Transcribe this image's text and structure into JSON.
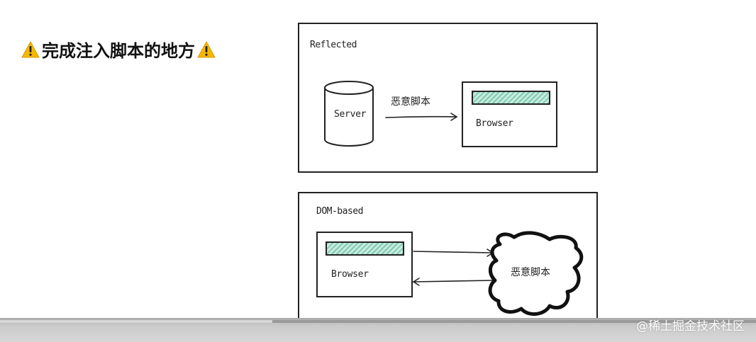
{
  "heading": {
    "text": "完成注入脚本的地方",
    "icon": "warning-icon"
  },
  "reflected": {
    "label": "Reflected",
    "server_label": "Server",
    "arrow_label": "恶意脚本",
    "browser_label": "Browser"
  },
  "dom_based": {
    "label": "DOM-based",
    "browser_label": "Browser",
    "cloud_label": "恶意脚本"
  },
  "watermark": "@稀土掘金技术社区",
  "player": {
    "progress": 0.36
  },
  "colors": {
    "addr_bar_hatch": "#7fcbb1",
    "warning": "#f5b800",
    "stroke": "#222222"
  }
}
